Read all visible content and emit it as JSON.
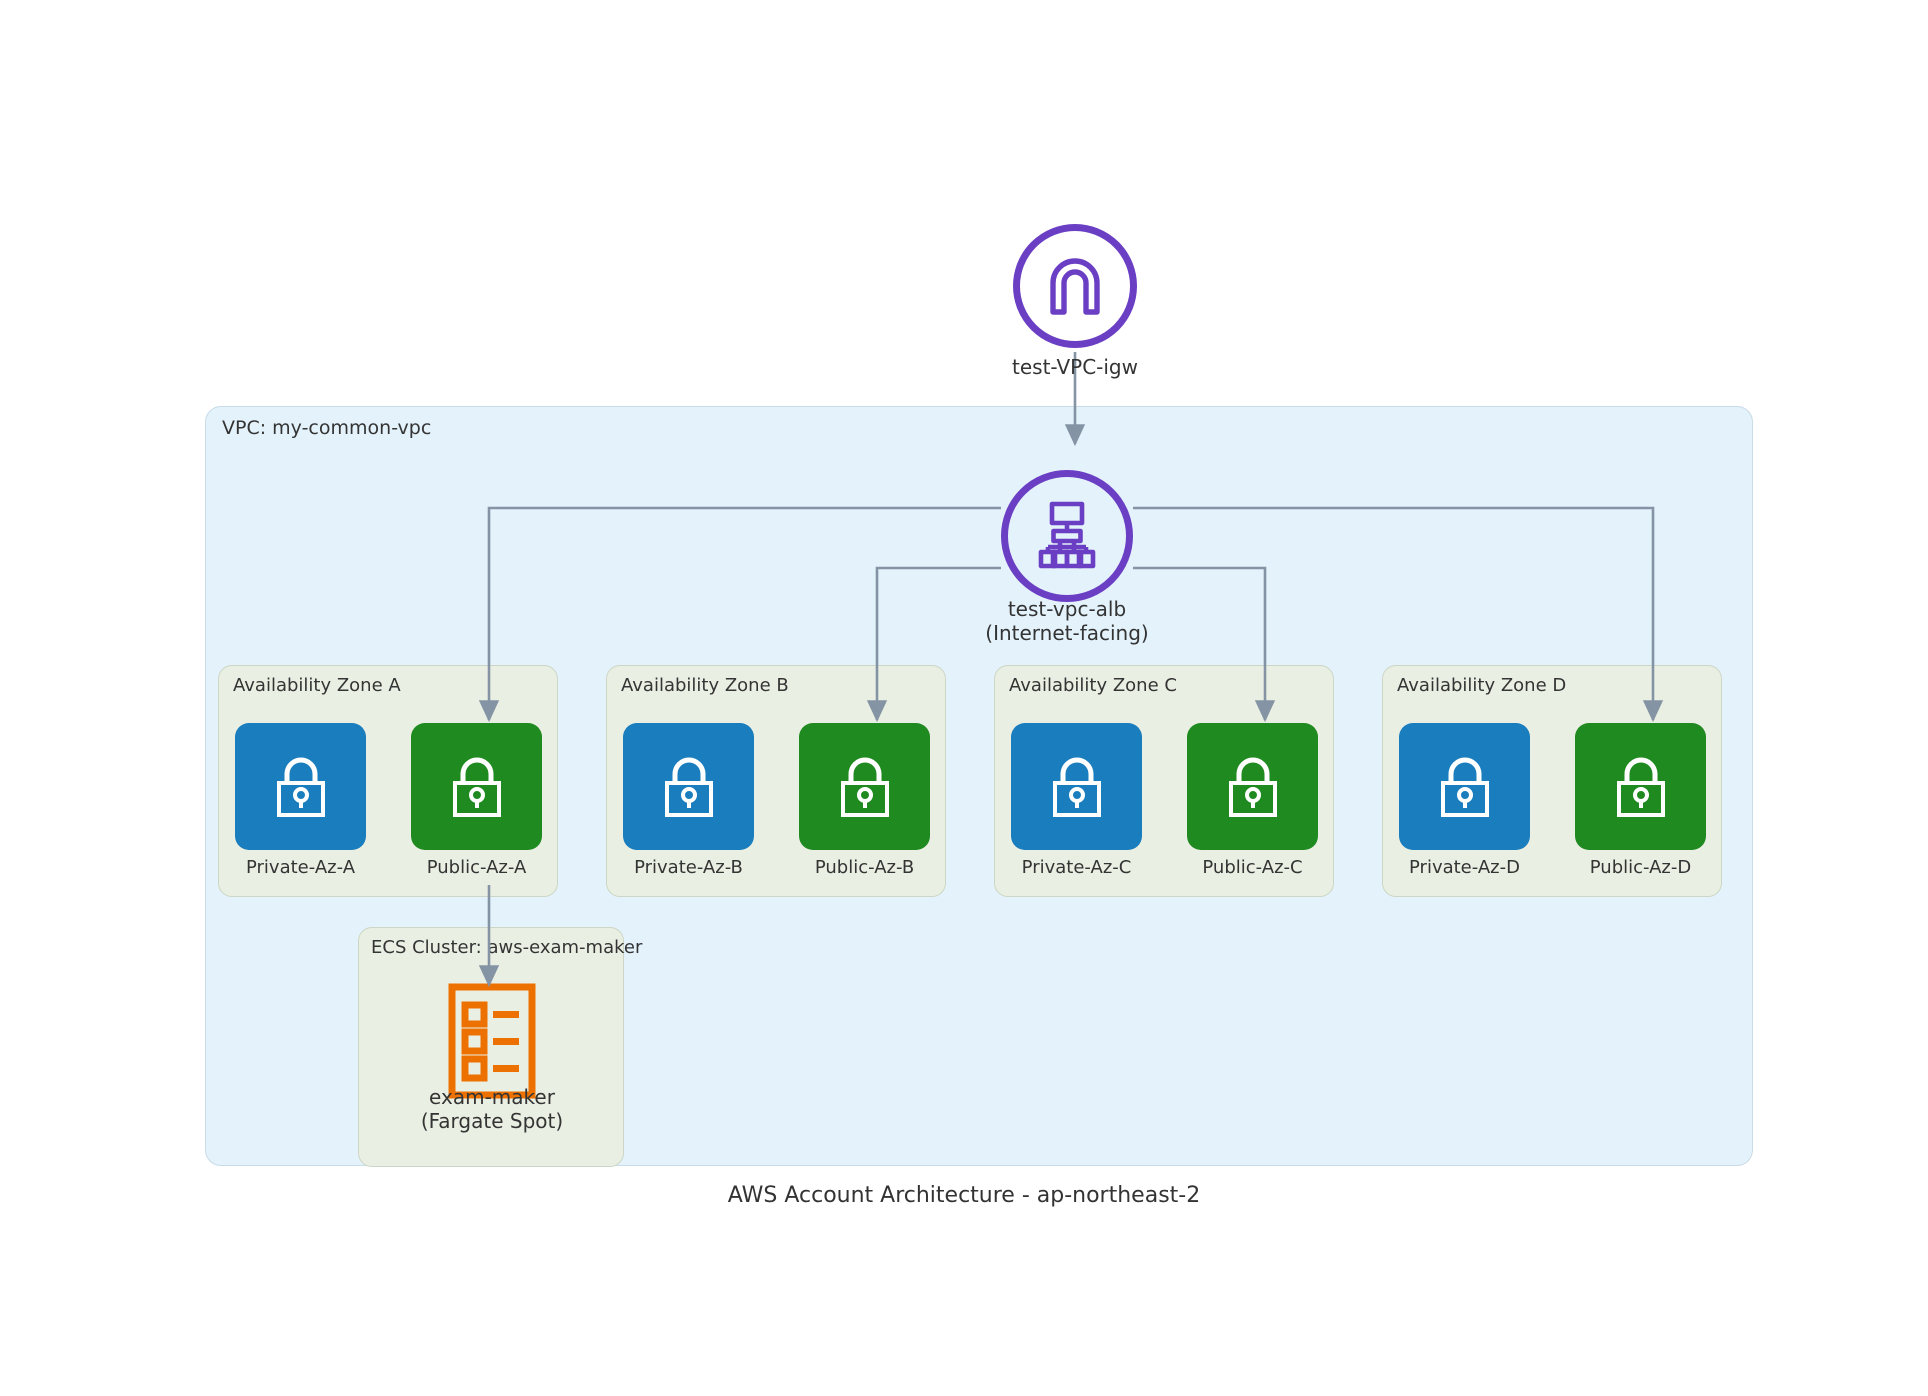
{
  "diagram": {
    "caption": "AWS Account Architecture - ap-northeast-2",
    "colors": {
      "vpc_fill": "#e3f2fb",
      "vpc_stroke": "#c9dbe6",
      "az_fill": "#eaefe3",
      "az_stroke": "#cdd6c4",
      "gateway_purple": "#6b3fc4",
      "private_subnet_blue": "#1a7dbd",
      "public_subnet_green": "#1f8a1f",
      "ecs_orange": "#ed7100",
      "connector_gray": "#8494a5",
      "text": "#343434"
    }
  },
  "internet_gateway": {
    "icon": "internet-gateway-icon",
    "label": "test-VPC-igw"
  },
  "vpc": {
    "title": "VPC: my-common-vpc"
  },
  "load_balancer": {
    "icon": "application-load-balancer-icon",
    "name": "test-vpc-alb",
    "scheme": "(Internet-facing)",
    "label": "test-vpc-alb\n(Internet-facing)"
  },
  "availability_zones": [
    {
      "title": "Availability Zone A",
      "subnets": [
        {
          "label": "Private-Az-A",
          "type": "private",
          "icon": "lock-icon"
        },
        {
          "label": "Public-Az-A",
          "type": "public",
          "icon": "lock-icon"
        }
      ]
    },
    {
      "title": "Availability Zone B",
      "subnets": [
        {
          "label": "Private-Az-B",
          "type": "private",
          "icon": "lock-icon"
        },
        {
          "label": "Public-Az-B",
          "type": "public",
          "icon": "lock-icon"
        }
      ]
    },
    {
      "title": "Availability Zone C",
      "subnets": [
        {
          "label": "Private-Az-C",
          "type": "private",
          "icon": "lock-icon"
        },
        {
          "label": "Public-Az-C",
          "type": "public",
          "icon": "lock-icon"
        }
      ]
    },
    {
      "title": "Availability Zone D",
      "subnets": [
        {
          "label": "Private-Az-D",
          "type": "private",
          "icon": "lock-icon"
        },
        {
          "label": "Public-Az-D",
          "type": "public",
          "icon": "lock-icon"
        }
      ]
    }
  ],
  "ecs_cluster": {
    "title": "ECS Cluster: aws-exam-maker",
    "task": {
      "icon": "ecs-task-definition-icon",
      "name": "exam-maker",
      "capacity_provider": "(Fargate Spot)",
      "label": "exam-maker\n(Fargate Spot)"
    }
  }
}
